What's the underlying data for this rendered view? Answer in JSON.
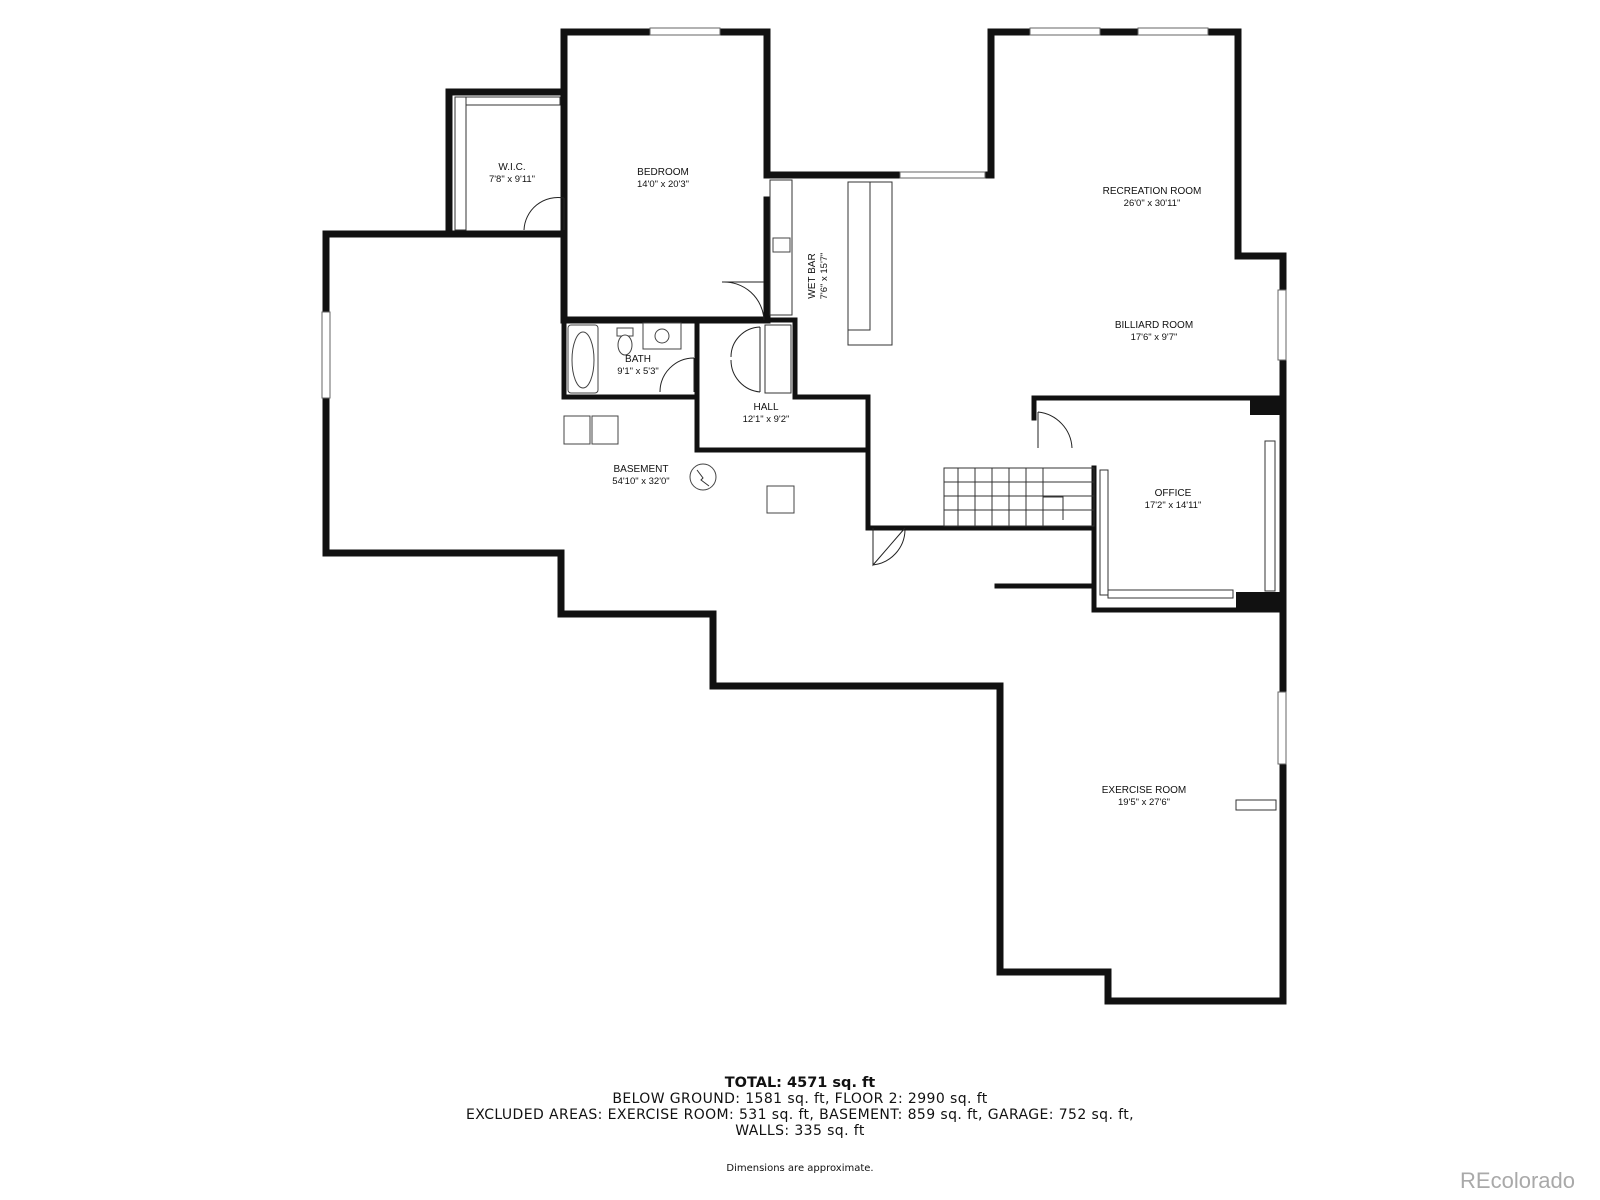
{
  "rooms": {
    "wic": {
      "name": "W.I.C.",
      "dim": "7'8\" x 9'11\""
    },
    "bedroom": {
      "name": "BEDROOM",
      "dim": "14'0\" x 20'3\""
    },
    "wet_bar": {
      "name": "WET BAR",
      "dim": "7'6\" x 15'7\""
    },
    "recreation": {
      "name": "RECREATION ROOM",
      "dim": "26'0\" x 30'11\""
    },
    "billiard": {
      "name": "BILLIARD ROOM",
      "dim": "17'6\" x 9'7\""
    },
    "bath": {
      "name": "BATH",
      "dim": "9'1\" x 5'3\""
    },
    "hall": {
      "name": "HALL",
      "dim": "12'1\" x 9'2\""
    },
    "basement": {
      "name": "BASEMENT",
      "dim": "54'10\" x 32'0\""
    },
    "office": {
      "name": "OFFICE",
      "dim": "17'2\" x 14'11\""
    },
    "exercise": {
      "name": "EXERCISE ROOM",
      "dim": "19'5\" x 27'6\""
    }
  },
  "summary": {
    "total": "TOTAL: 4571 sq. ft",
    "line1": "BELOW GROUND: 1581 sq. ft, FLOOR 2: 2990 sq. ft",
    "line2": "EXCLUDED AREAS: EXERCISE ROOM: 531 sq. ft, BASEMENT: 859 sq. ft, GARAGE: 752 sq. ft,",
    "line3": "WALLS: 335 sq. ft",
    "disclaimer": "Dimensions are approximate."
  },
  "watermark": "REcolorado"
}
